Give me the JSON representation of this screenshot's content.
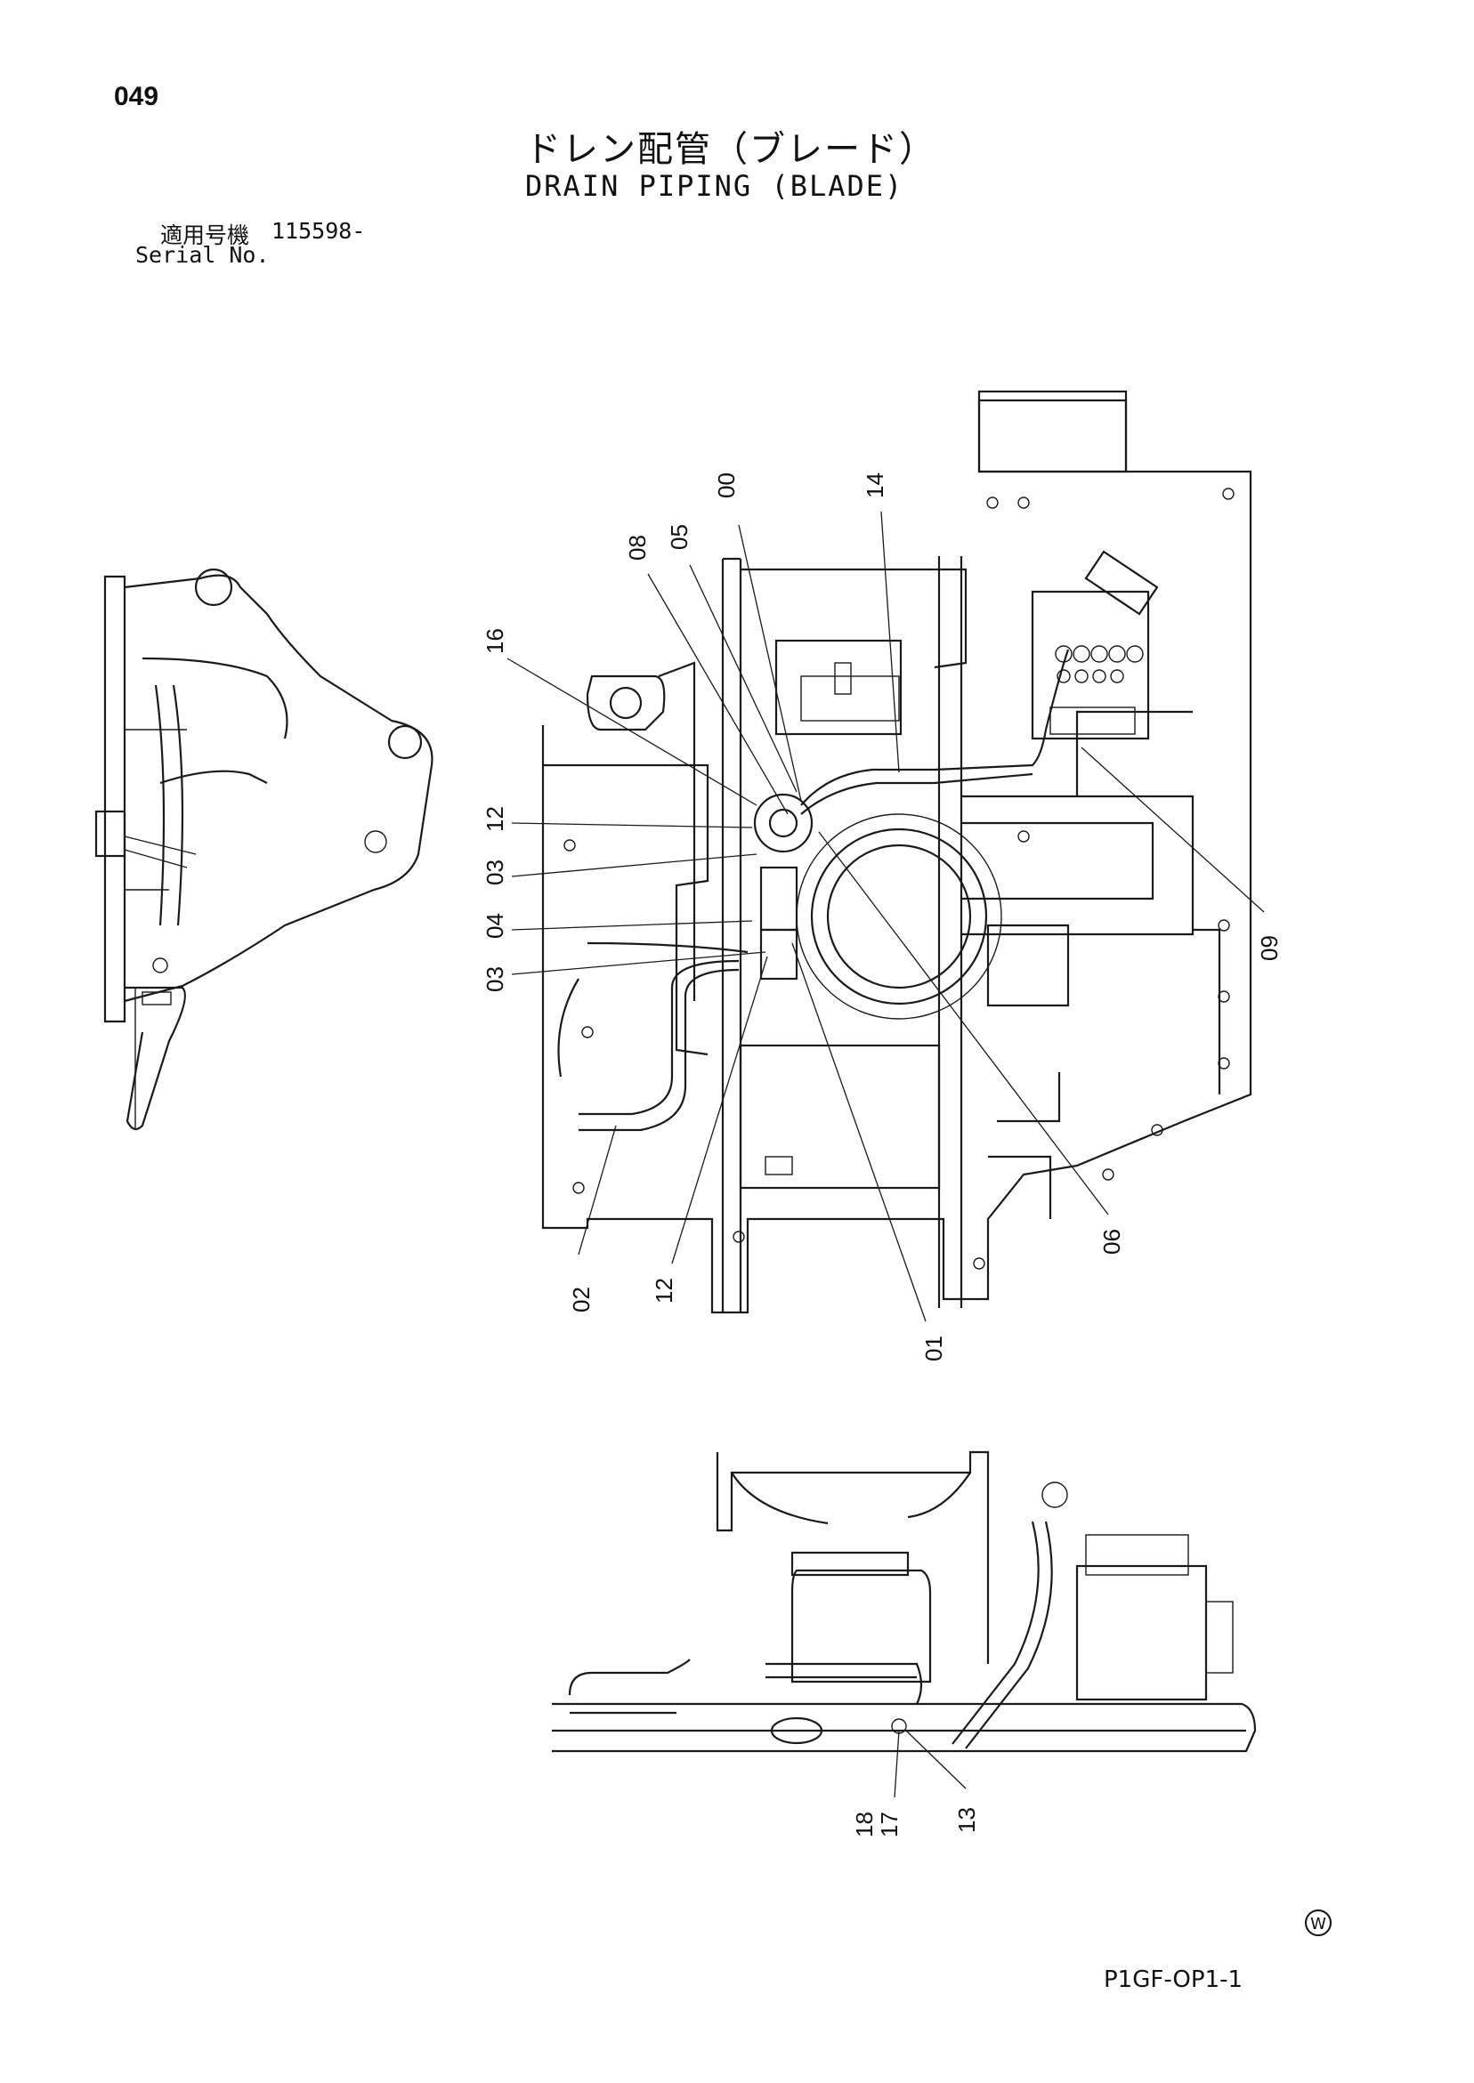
{
  "header": {
    "page_number": "049",
    "title_ja": "ドレン配管（ブレード）",
    "title_en": "DRAIN PIPING (BLADE)",
    "serial_label_ja": "適用号機",
    "serial_value": "115598-",
    "serial_label_en": "Serial No."
  },
  "footer": {
    "drawing_code": "P1GF-OP1-1",
    "mark": "W"
  },
  "callouts": {
    "c00": "00",
    "c08": "08",
    "c05": "05",
    "c14": "14",
    "c16": "16",
    "c12a": "12",
    "c03a": "03",
    "c04": "04",
    "c03b": "03",
    "c09": "09",
    "c06": "06",
    "c01": "01",
    "c12b": "12",
    "c02": "02",
    "c18": "18",
    "c17": "17",
    "c13": "13"
  }
}
